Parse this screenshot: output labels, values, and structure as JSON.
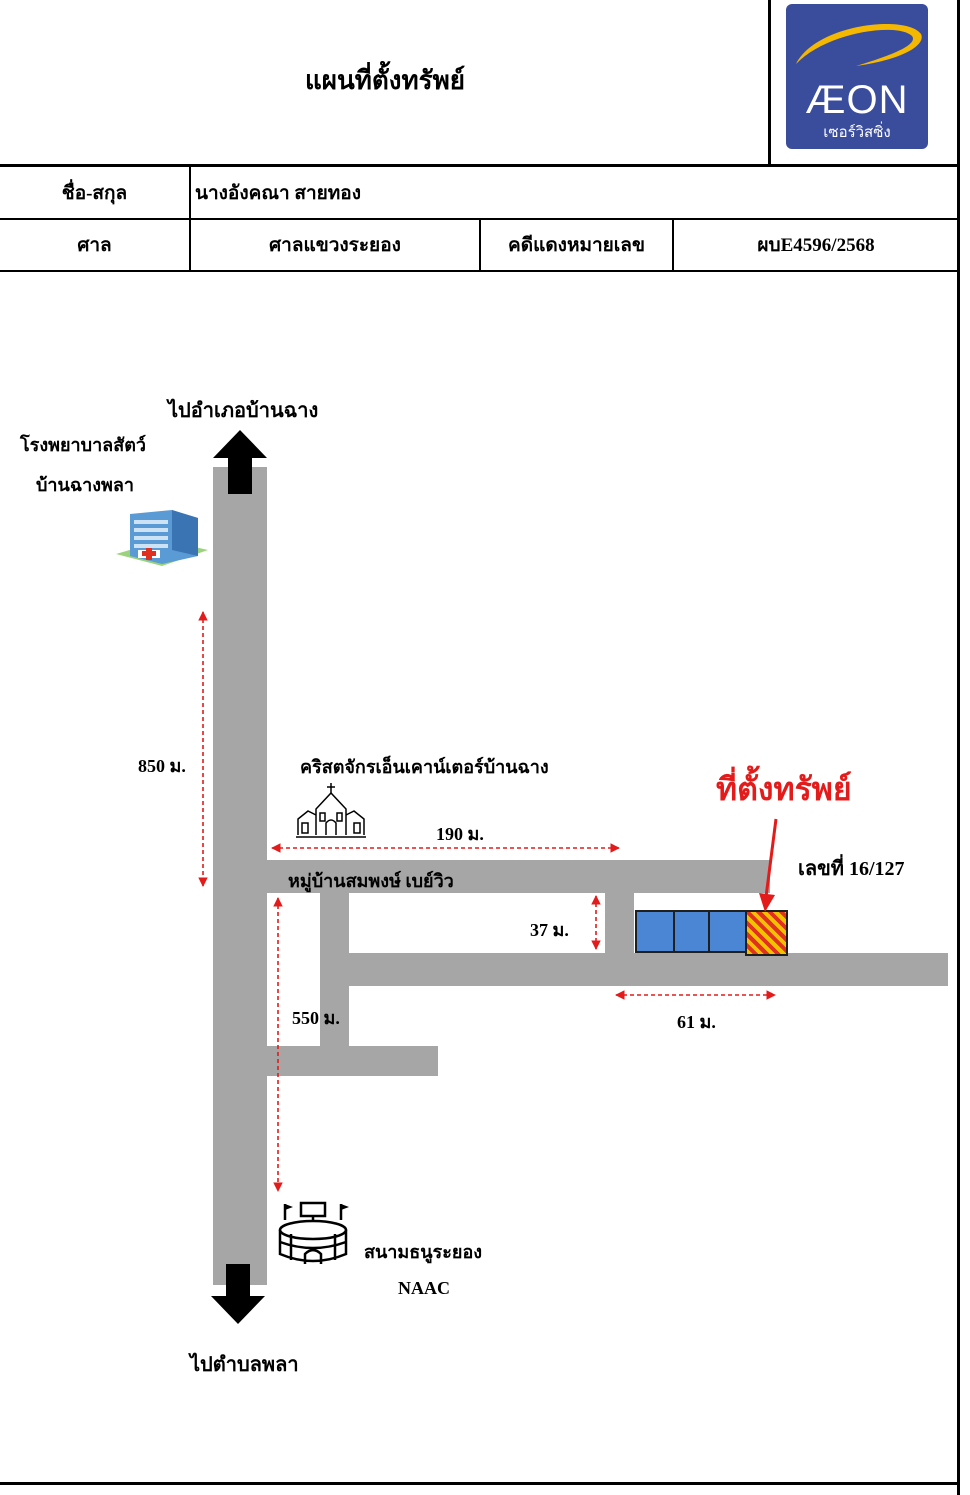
{
  "header": {
    "title": "แผนที่ตั้งทรัพย์",
    "logo": {
      "brand": "ÆON",
      "subtitle": "เซอร์วิสซิ่ง",
      "bg_color": "#3a4c9c",
      "swoosh_color": "#f5b800"
    }
  },
  "info_table": {
    "name_label": "ชื่อ-สกุล",
    "name_value": "นางอังคณา สายทอง",
    "court_label": "ศาล",
    "court_value": "ศาลแขวงระยอง",
    "case_label": "คดีแดงหมายเลข",
    "case_value": "ผบE4596/2568"
  },
  "map": {
    "road_color": "#a6a6a6",
    "house_color": "#4a86d4",
    "target_colors": [
      "#f2c200",
      "#e03020"
    ],
    "arrow_color": "#e31b1b",
    "labels": {
      "to_north": "ไปอำเภอบ้านฉาง",
      "to_south": "ไปตำบลพลา",
      "hospital_line1": "โรงพยาบาลสัตว์",
      "hospital_line2": "บ้านฉางพลา",
      "church": "คริสตจักรเอ็นเคาน์เตอร์บ้านฉาง",
      "village": "หมู่บ้านสมพงษ์ เบย์วิว",
      "stadium_line1": "สนามธนูระยอง",
      "stadium_line2": "NAAC",
      "property_title": "ที่ตั้งทรัพย์",
      "house_number": "เลขที่ 16/127"
    },
    "distances": {
      "d850": "850 ม.",
      "d190": "190 ม.",
      "d37": "37 ม.",
      "d550": "550 ม.",
      "d61": "61 ม."
    }
  }
}
